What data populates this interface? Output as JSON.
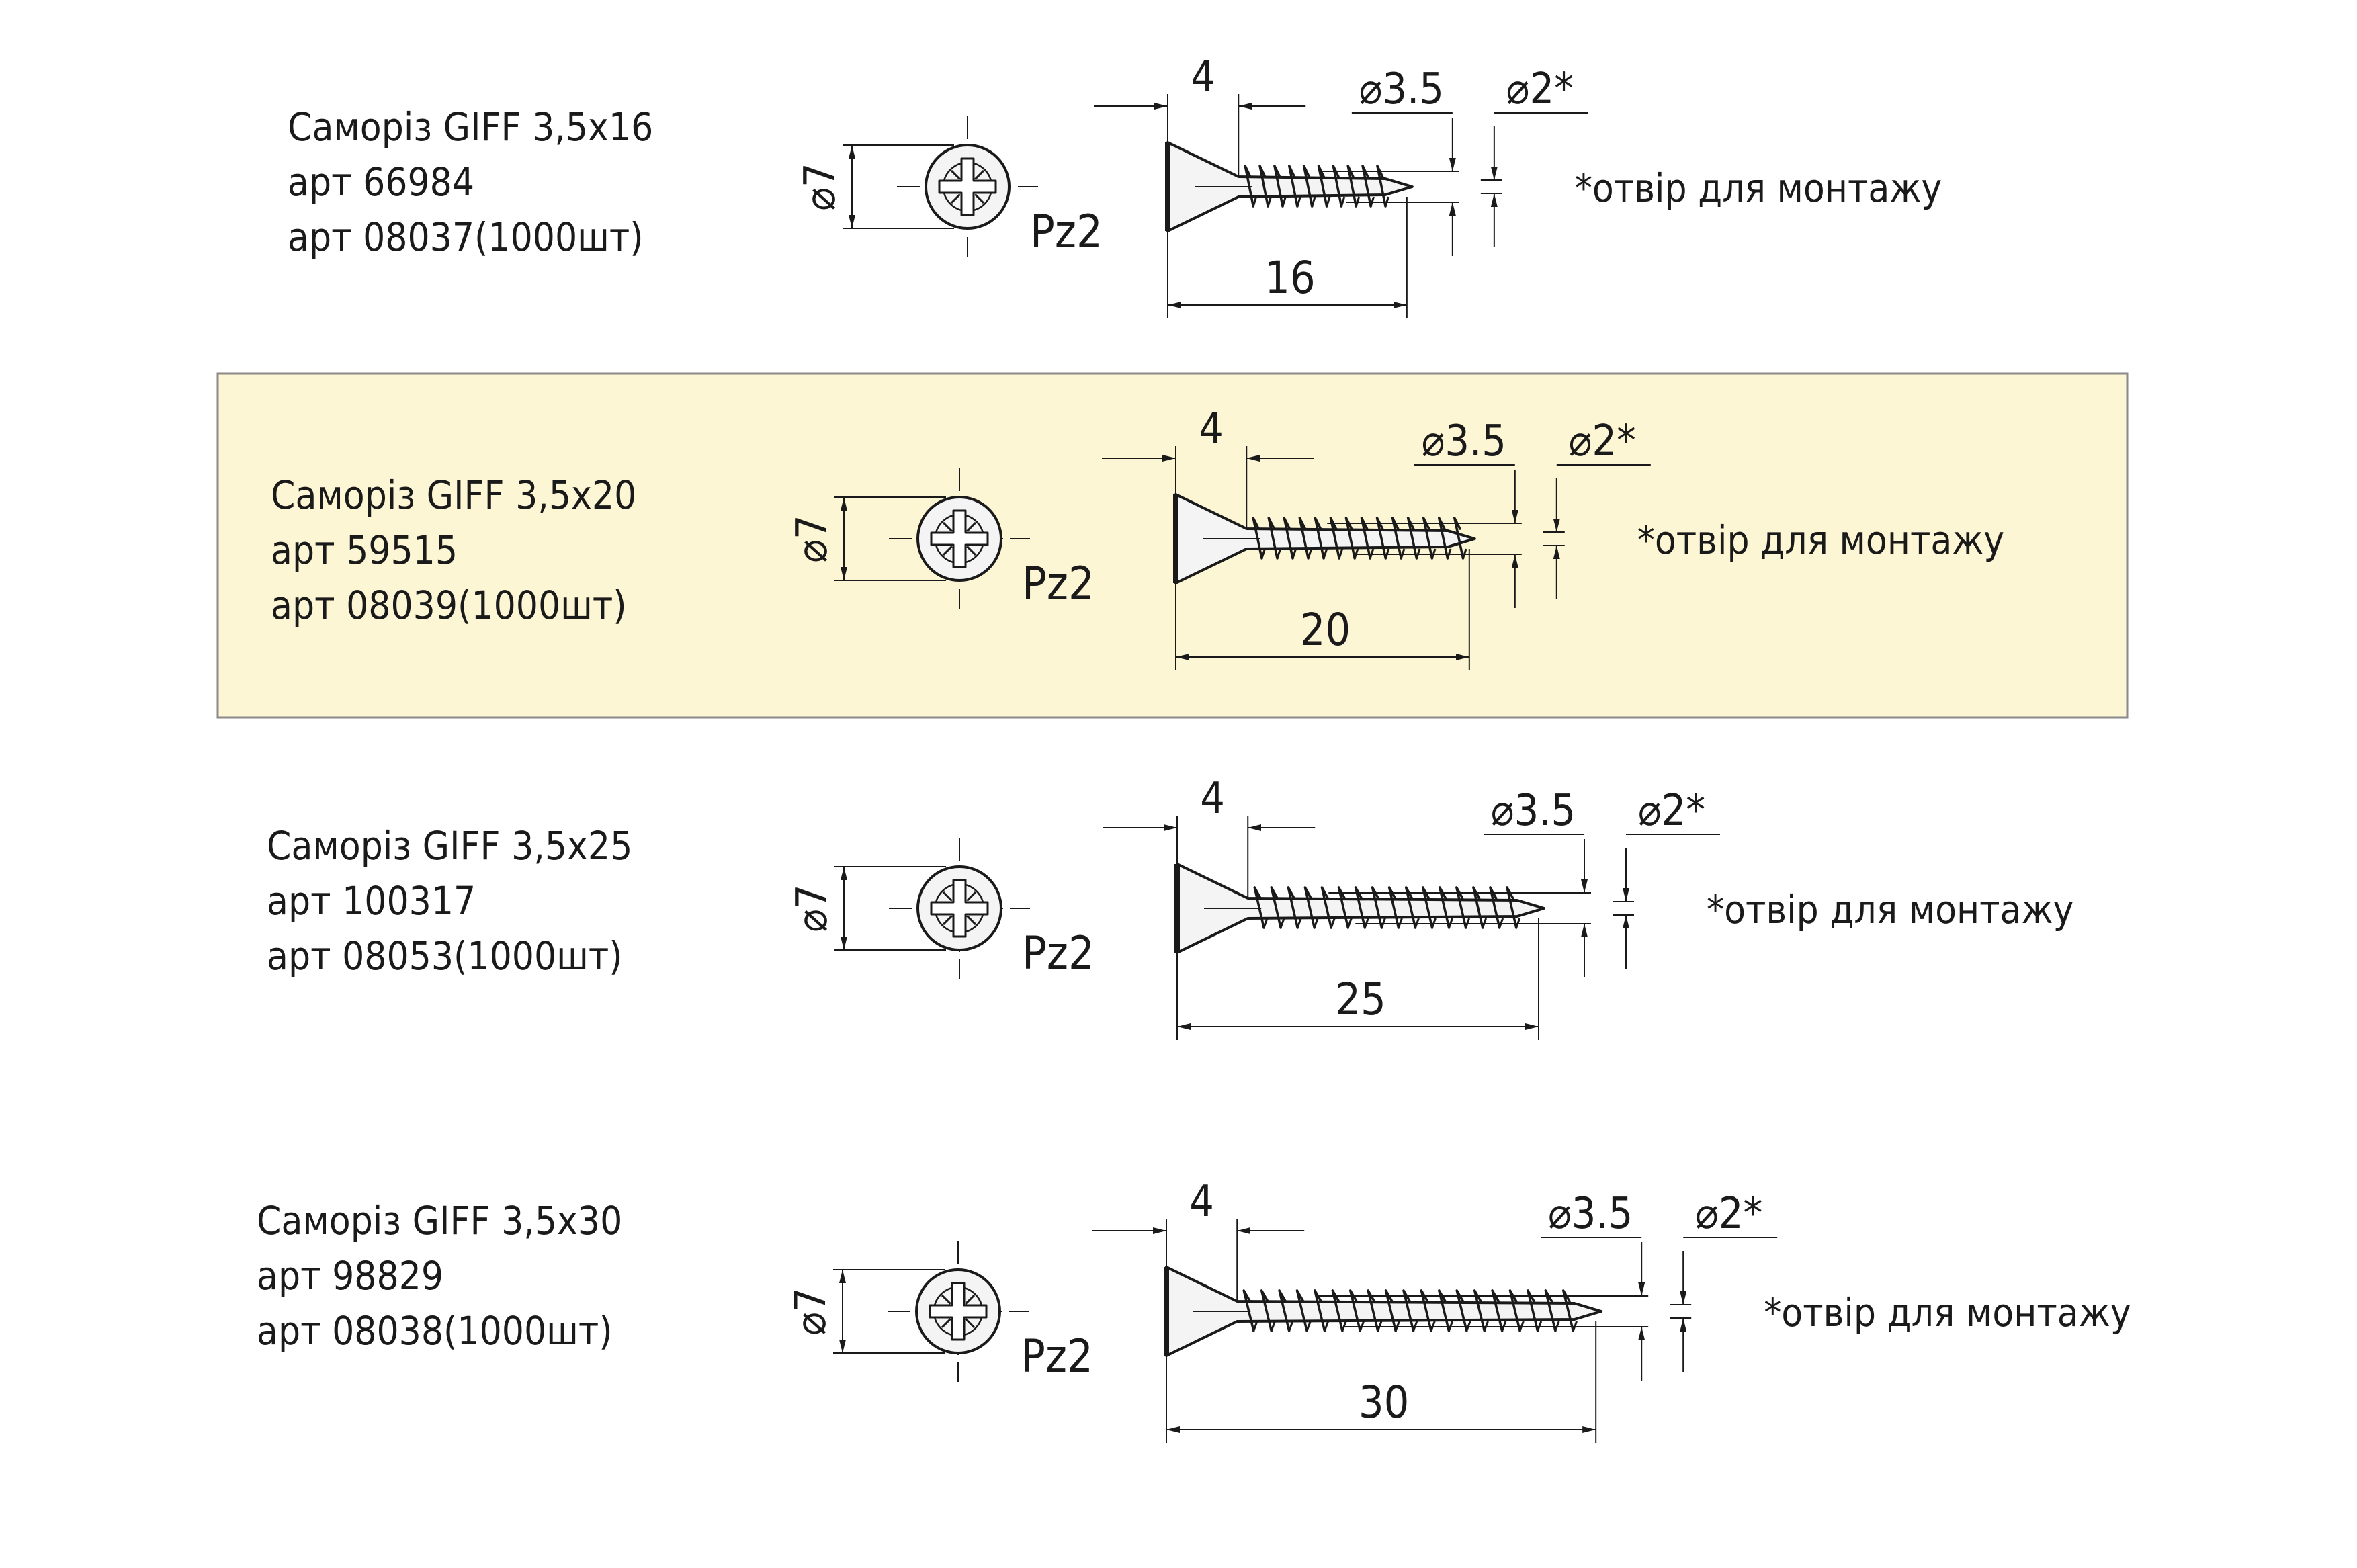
{
  "colors": {
    "highlight_fill": "#fcf6d5",
    "highlight_stroke": "#8a8a8a",
    "line": "#1a1a1a",
    "screw_fill": "#f4f4f4"
  },
  "screws": [
    {
      "title": "Саморіз GIFF 3,5x16",
      "art1": "арт 66984",
      "art2": "арт 08037(1000шт)",
      "head_dia": "⌀7",
      "drive": "Pz2",
      "head_len": "4",
      "length": "16",
      "length_mm": 16,
      "shank_dia": "⌀3.5",
      "pilot_dia": "⌀2*",
      "note": "*отвір для монтажу",
      "highlighted": false
    },
    {
      "title": "Саморіз GIFF 3,5x20",
      "art1": "арт 59515",
      "art2": "арт 08039(1000шт)",
      "head_dia": "⌀7",
      "drive": "Pz2",
      "head_len": "4",
      "length": "20",
      "length_mm": 20,
      "shank_dia": "⌀3.5",
      "pilot_dia": "⌀2*",
      "note": "*отвір для монтажу",
      "highlighted": true
    },
    {
      "title": "Саморіз GIFF 3,5x25",
      "art1": "арт 100317",
      "art2": "арт 08053(1000шт)",
      "head_dia": "⌀7",
      "drive": "Pz2",
      "head_len": "4",
      "length": "25",
      "length_mm": 25,
      "shank_dia": "⌀3.5",
      "pilot_dia": "⌀2*",
      "note": "*отвір для монтажу",
      "highlighted": false
    },
    {
      "title": "Саморіз GIFF 3,5x30",
      "art1": "арт 98829",
      "art2": "арт 08038(1000шт)",
      "head_dia": "⌀7",
      "drive": "Pz2",
      "head_len": "4",
      "length": "30",
      "length_mm": 30,
      "shank_dia": "⌀3.5",
      "pilot_dia": "⌀2*",
      "note": "*отвір для монтажу",
      "highlighted": false
    }
  ]
}
